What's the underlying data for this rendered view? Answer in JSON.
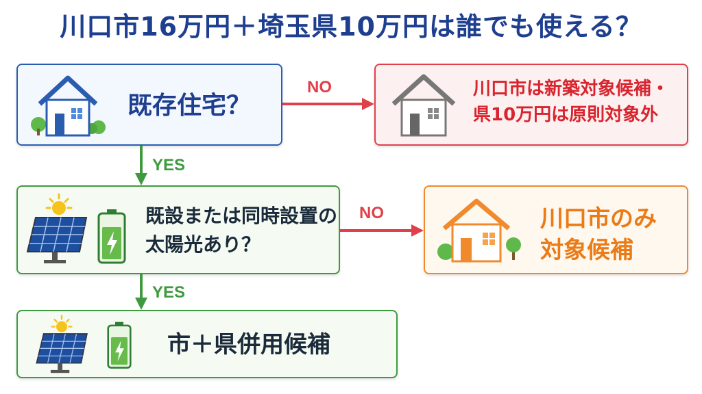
{
  "title": "川口市16万円＋埼玉県10万円は誰でも使える？",
  "nodes": {
    "existing": "既存住宅？",
    "new_build": [
      "川口市は新築対象候補・",
      "県10万円は原則対象外"
    ],
    "solar_question": [
      "既設または同時設置の",
      "太陽光あり？"
    ],
    "city_only": [
      "川口市のみ",
      "対象候補"
    ],
    "combined": "市＋県併用候補"
  },
  "edges": {
    "no1": "NO",
    "yes1": "YES",
    "no2": "NO",
    "yes2": "YES"
  },
  "colors": {
    "title": "#1e3f8f",
    "blue": "#2a5db0",
    "red": "#e0404a",
    "green": "#3f9a3f",
    "orange": "#f08a2c"
  },
  "icons": {
    "existing": "house-blue-icon",
    "new_build": "house-gray-icon",
    "solar": "solar-panel-icon",
    "sun": "sun-icon",
    "battery": "battery-icon",
    "city_only": "house-orange-icon"
  }
}
